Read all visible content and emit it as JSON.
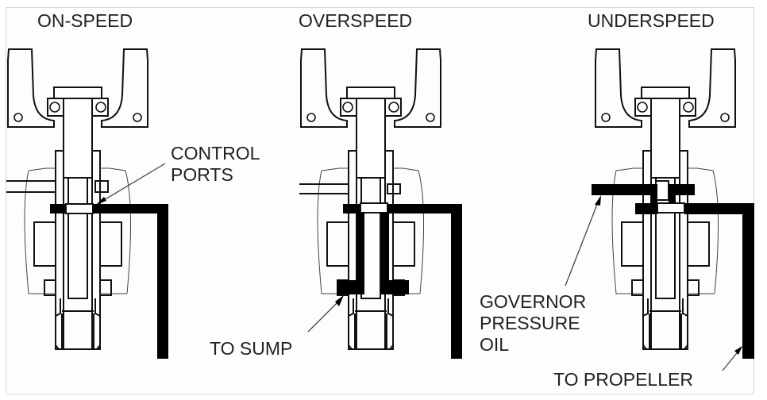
{
  "panels": [
    {
      "title": "ON-SPEED",
      "state": "on-speed"
    },
    {
      "title": "OVERSPEED",
      "state": "overspeed"
    },
    {
      "title": "UNDERSPEED",
      "state": "underspeed"
    }
  ],
  "callouts": {
    "control_ports": [
      "CONTROL",
      "PORTS"
    ],
    "to_sump": "TO SUMP",
    "governor_pressure_oil": [
      "GOVERNOR",
      "PRESSURE",
      "OIL"
    ],
    "to_propeller": "TO PROPELLER"
  },
  "colors": {
    "line": "#111111",
    "oil": "#000000",
    "text": "#222222",
    "border": "#d6d6d6"
  }
}
